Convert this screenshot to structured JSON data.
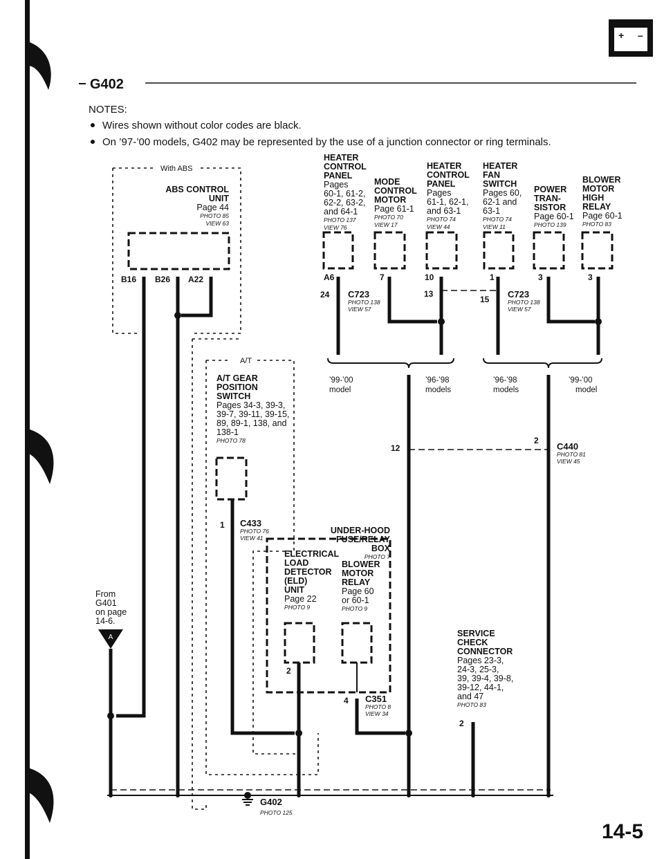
{
  "header": {
    "title": "G402",
    "page_number": "14-5"
  },
  "notes": {
    "heading": "NOTES:",
    "items": [
      "Wires shown without color codes are black.",
      "On ’97-’00 models, G402 may be represented by the use of a junction connector or ring terminals."
    ]
  },
  "abs": {
    "group_label": "With ABS",
    "unit": {
      "bold": [
        "ABS CONTROL",
        "UNIT"
      ],
      "normal": [
        "Page 44"
      ],
      "photo": [
        "PHOTO 85",
        "VIEW 63"
      ]
    },
    "pins": [
      "B16",
      "B26",
      "A22"
    ]
  },
  "top_components": [
    {
      "bold": [
        "HEATER",
        "CONTROL",
        "PANEL"
      ],
      "normal": [
        "Pages",
        "60-1, 61-2,",
        "62-2, 63-2,",
        "and 64-1"
      ],
      "photo": [
        "PHOTO 137",
        "VIEW 76"
      ],
      "pin": "A6"
    },
    {
      "bold": [
        "MODE",
        "CONTROL",
        "MOTOR"
      ],
      "normal": [
        "Page 61-1"
      ],
      "photo": [
        "PHOTO 70",
        "VIEW 17"
      ],
      "pin": "7"
    },
    {
      "bold": [
        "HEATER",
        "CONTROL",
        "PANEL"
      ],
      "normal": [
        "Pages",
        "61-1, 62-1,",
        "and 63-1"
      ],
      "photo": [
        "PHOTO 74",
        "VIEW 44"
      ],
      "pin": "10"
    },
    {
      "bold": [
        "HEATER",
        "FAN",
        "SWITCH"
      ],
      "normal": [
        "Pages 60,",
        "62-1 and",
        "63-1"
      ],
      "photo": [
        "PHOTO 74",
        "VIEW 11"
      ],
      "pin": "1"
    },
    {
      "bold": [
        "POWER",
        "TRAN-",
        "SISTOR"
      ],
      "normal": [
        "Page 60-1"
      ],
      "photo": [
        "PHOTO 139"
      ],
      "pin": "3"
    },
    {
      "bold": [
        "BLOWER",
        "MOTOR",
        "HIGH",
        "RELAY"
      ],
      "normal": [
        "Page 60-1"
      ],
      "photo": [
        "PHOTO 83"
      ],
      "pin": "3"
    }
  ],
  "c723_left": {
    "pin": "24",
    "name": "C723",
    "photo": [
      "PHOTO 138",
      "VIEW 57"
    ]
  },
  "c723_right": {
    "pin_a": "13",
    "pin_b": "15",
    "name": "C723",
    "photo": [
      "PHOTO 138",
      "VIEW 57"
    ]
  },
  "models": [
    "’99-’00",
    "model",
    "’96-’98",
    "models",
    "’96-’98",
    "models",
    "’99-’00",
    "model"
  ],
  "c440": {
    "pin_left": "12",
    "pin_right": "2",
    "name": "C440",
    "photo": [
      "PHOTO 81",
      "VIEW 45"
    ]
  },
  "at": {
    "group_label": "A/T",
    "switch": {
      "bold": [
        "A/T GEAR",
        "POSITION",
        "SWITCH"
      ],
      "normal": [
        "Pages 34-3, 39-3,",
        "39-7, 39-11, 39-15,",
        "89, 89-1, 138, and",
        "138-1"
      ],
      "photo": [
        "PHOTO 78"
      ]
    },
    "c433": {
      "pin": "1",
      "name": "C433",
      "photo": [
        "PHOTO 76",
        "VIEW 41"
      ]
    }
  },
  "underhood": {
    "bold": [
      "UNDER-HOOD",
      "FUSE/RELAY",
      "BOX"
    ],
    "normal": [],
    "photo": [
      "PHOTO 7"
    ]
  },
  "eld": {
    "bold": [
      "ELECTRICAL",
      "LOAD",
      "DETECTOR",
      "(ELD)",
      "UNIT"
    ],
    "normal": [
      "Page 22"
    ],
    "photo": [
      "PHOTO 9"
    ],
    "pin": "2"
  },
  "blower_relay": {
    "bold": [
      "BLOWER",
      "MOTOR",
      "RELAY"
    ],
    "normal": [
      "Page 60",
      "or 60-1"
    ],
    "photo": [
      "PHOTO 9"
    ]
  },
  "c351": {
    "pin": "4",
    "name": "C351",
    "photo": [
      "PHOTO 8",
      "VIEW 34"
    ]
  },
  "service": {
    "bold": [
      "SERVICE",
      "CHECK",
      "CONNECTOR"
    ],
    "normal": [
      "Pages 23-3,",
      "24-3, 25-3,",
      "39, 39-4, 39-8,",
      "39-12, 44-1,",
      "and 47"
    ],
    "photo": [
      "PHOTO 83"
    ],
    "pin": "2"
  },
  "from": {
    "normal": [
      "From",
      "G401",
      "on page",
      "14-6."
    ],
    "connector": "A"
  },
  "ground": {
    "name": "G402",
    "photo": "PHOTO 125"
  }
}
